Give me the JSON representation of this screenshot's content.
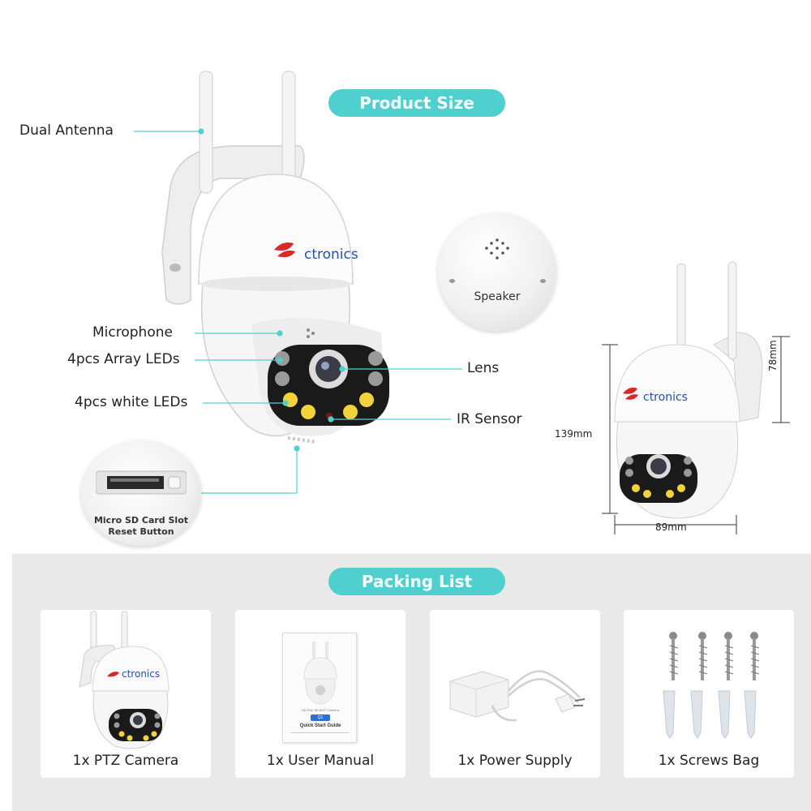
{
  "header": {
    "product_size_label": "Product Size"
  },
  "callouts": {
    "dual_antenna": "Dual Antenna",
    "microphone": "Microphone",
    "array_leds": "4pcs Array LEDs",
    "white_leds": "4pcs white LEDs",
    "lens": "Lens",
    "ir_sensor": "IR Sensor"
  },
  "brand": {
    "name": "ctronics"
  },
  "speaker": {
    "label": "Speaker"
  },
  "sd_slot": {
    "line1": "Micro SD Card Slot",
    "line2": "Reset Button"
  },
  "dimensions": {
    "height": "139mm",
    "width": "89mm",
    "depth": "78mm"
  },
  "packing": {
    "title": "Packing List",
    "items": [
      {
        "label": "1x PTZ Camera"
      },
      {
        "label": "1x User Manual"
      },
      {
        "label": "1x Power Supply"
      },
      {
        "label": "1x Screws Bag"
      }
    ],
    "manual": {
      "small_title": "HD Pan Tilt Wi-Fi Camera",
      "badge": "Q1",
      "guide": "Quick Start Guide"
    }
  },
  "colors": {
    "accent": "#4fd0cf",
    "brand_blue": "#2352a8",
    "brand_red": "#d92a2a",
    "led_yellow": "#f3d33b"
  }
}
